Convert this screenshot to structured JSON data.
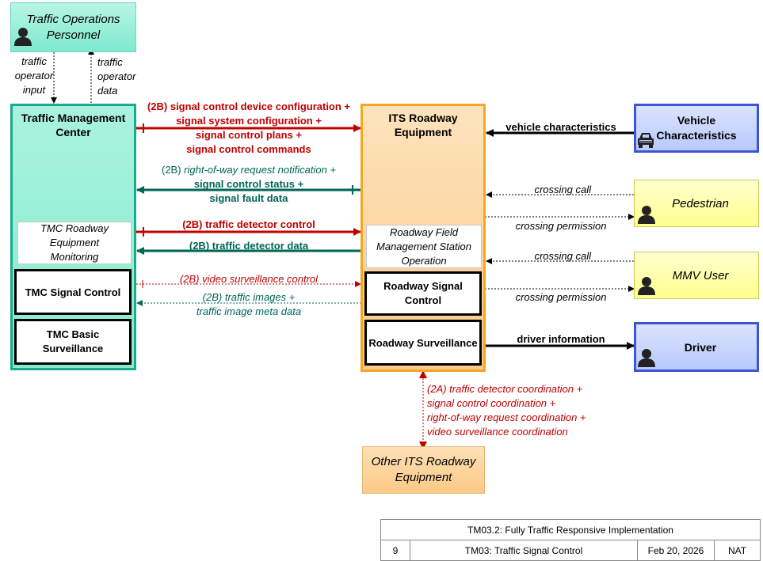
{
  "nodes": {
    "ops": "Traffic Operations Personnel",
    "tmc": "Traffic Management Center",
    "its": "ITS Roadway Equipment",
    "vehicle": "Vehicle Characteristics",
    "pedestrian": "Pedestrian",
    "mmv": "MMV User",
    "driver": "Driver",
    "other_its": "Other ITS Roadway Equipment",
    "tmc_monitoring": "TMC Roadway Equipment Monitoring",
    "tmc_signal": "TMC Signal Control",
    "tmc_surv": "TMC Basic Surveillance",
    "rfms": "Roadway Field Management Station Operation",
    "rsc": "Roadway Signal Control",
    "rsurv": "Roadway Surveillance"
  },
  "flows": {
    "operator_input": "traffic operator input",
    "operator_data": "traffic operator data",
    "sig_cfg_prefix": "(2B) ",
    "sig_cfg_line1": "signal control device configuration +",
    "sig_cfg_line2": "signal system configuration +",
    "sig_cfg_line3": "signal control plans +",
    "sig_cfg_line4": "signal control commands",
    "row_prefix": "(2B) ",
    "row_line1": "right-of-way request notification +",
    "row_line2": "signal control status +",
    "row_line3": "signal fault data",
    "det_ctrl": "(2B) traffic detector control",
    "det_data": "(2B) traffic detector data",
    "video_ctrl": "(2B) video surveillance control",
    "images_line1": "(2B) traffic images +",
    "images_line2": "traffic image meta data",
    "vehicle_char": "vehicle characteristics",
    "crossing_call_1": "crossing call",
    "crossing_perm_1": "crossing permission",
    "crossing_call_2": "crossing call",
    "crossing_perm_2": "crossing permission",
    "driver_info": "driver information",
    "coord_line1": "(2A) traffic detector coordination +",
    "coord_line2": "signal control coordination +",
    "coord_line3": "right-of-way request coordination +",
    "coord_line4": "video surveillance coordination"
  },
  "title_block": {
    "title": "TM03.2: Fully Traffic Responsive Implementation",
    "page": "9",
    "package": "TM03: Traffic Signal Control",
    "date": "Feb 20, 2026",
    "scope": "NAT"
  },
  "colors": {
    "red": "#c00000",
    "teal": "#006655",
    "tmc_border": "#1aaa8c",
    "its_border": "#f5a623",
    "terminator_blue": "#3c55d6"
  }
}
